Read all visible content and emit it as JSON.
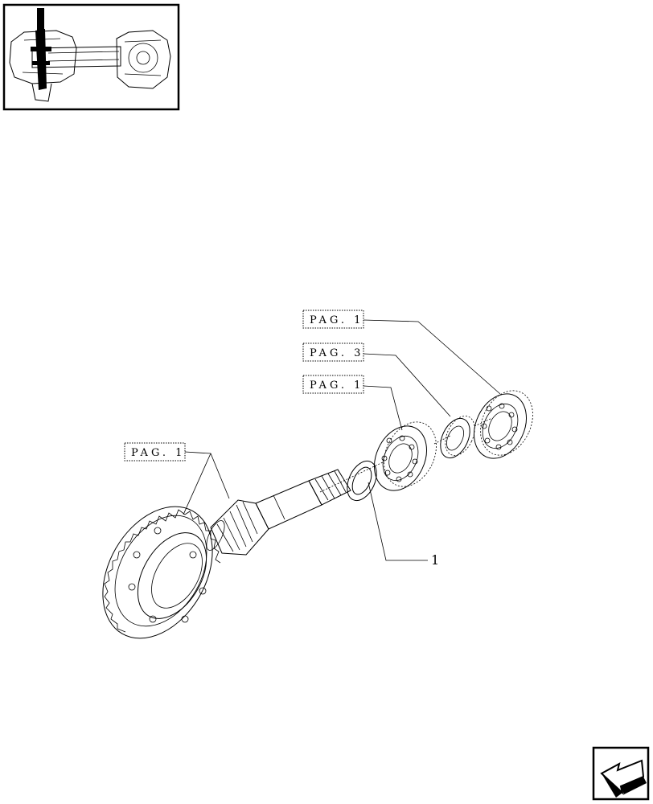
{
  "references": [
    {
      "id": "ref-top-bearing",
      "label": "PAG. 1"
    },
    {
      "id": "ref-spacer",
      "label": "PAG. 3"
    },
    {
      "id": "ref-mid-bearing",
      "label": "PAG. 1"
    },
    {
      "id": "ref-gear-set",
      "label": "PAG. 1"
    }
  ],
  "callouts": [
    {
      "id": "item-1",
      "label": "1"
    }
  ],
  "icons": {
    "thumbnail": "axle-assembly-thumbnail",
    "nav": "previous-page-arrow-icon"
  }
}
